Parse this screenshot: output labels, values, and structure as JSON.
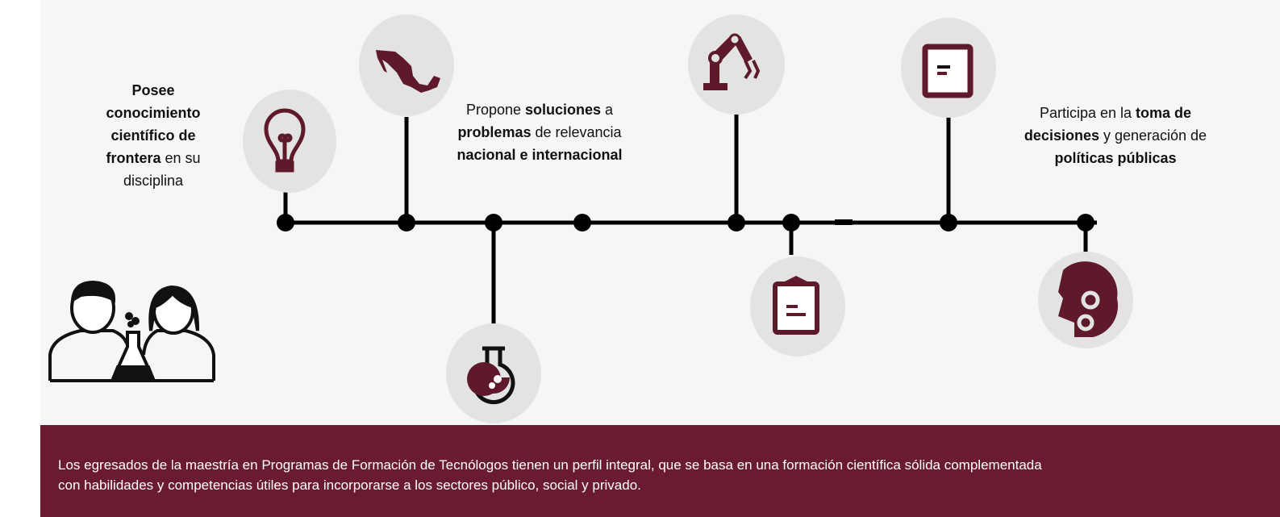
{
  "features": [
    {
      "parts": [
        {
          "t": "Posee conocimiento científico de frontera",
          "b": true
        },
        {
          "t": " en su disciplina",
          "b": false
        }
      ]
    },
    {
      "parts": [
        {
          "t": "Propone ",
          "b": false
        },
        {
          "t": "soluciones",
          "b": true
        },
        {
          "t": " a ",
          "b": false
        },
        {
          "t": "problemas",
          "b": true
        },
        {
          "t": " de relevancia ",
          "b": false
        },
        {
          "t": "nacional e internacional",
          "b": true
        }
      ]
    },
    {
      "parts": [
        {
          "t": "Participa en la ",
          "b": false
        },
        {
          "t": "toma de decisiones",
          "b": true
        },
        {
          "t": " y generación de ",
          "b": false
        },
        {
          "t": "políticas públicas",
          "b": true
        }
      ]
    }
  ],
  "icons": [
    "lightbulb-icon",
    "mexico-map-icon",
    "flask-icon",
    "robot-arm-icon",
    "clipboard-icon",
    "document-icon",
    "head-gears-icon",
    "scientists-icon"
  ],
  "footer": {
    "line1": "Los egresados de la maestría en Programas de Formación de Tecnólogos tienen un perfil integral, que se basa en una formación científica sólida complementada",
    "line2": "con habilidades y competencias útiles para incorporarse a los sectores público, social y privado."
  },
  "colors": {
    "accent": "#6a1b2f",
    "circle": "#e3e3e3",
    "line": "#000000"
  }
}
